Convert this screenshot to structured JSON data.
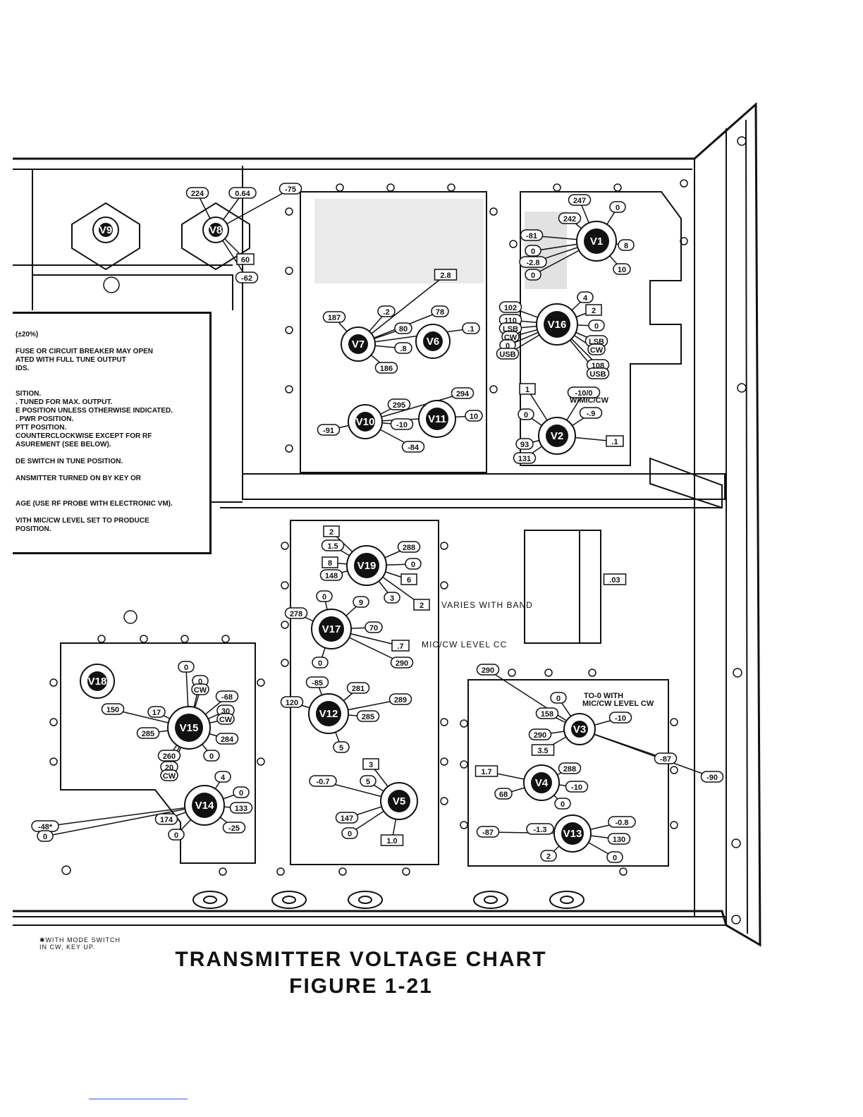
{
  "title": "TRANSMITTER VOLTAGE CHART",
  "figure": "FIGURE 1-21",
  "footnote": "✱WITH MODE SWITCH\nIN CW, KEY UP.",
  "notes": [
    "(±20%)",
    "",
    "FUSE OR CIRCUIT BREAKER MAY OPEN",
    "ATED WITH FULL TUNE OUTPUT",
    "IDS.",
    "",
    "",
    "SITION.",
    ". TUNED FOR MAX. OUTPUT.",
    "E POSITION UNLESS OTHERWISE INDICATED.",
    ". PWR POSITION.",
    "PTT POSITION.",
    "COUNTERCLOCKWISE EXCEPT FOR RF",
    "ASUREMENT (SEE BELOW).",
    "",
    "DE SWITCH IN TUNE POSITION.",
    "",
    "ANSMITTER TURNED ON BY KEY OR",
    "",
    "",
    "AGE (USE RF PROBE WITH ELECTRONIC VM).",
    "",
    "VITH MIC/CW LEVEL SET TO PRODUCE",
    "POSITION."
  ],
  "annotations": {
    "varies_with_band": "VARIES WITH BAND",
    "mic_cw_level": "MIC/CW LEVEL CC",
    "to_0_with": "TO-0 WITH",
    "mic_cw_level_cw": "MIC/CW LEVEL CW",
    "w_mic_cw": "W/MIC/CW"
  },
  "tubes": [
    {
      "id": "V1",
      "label": "V1"
    },
    {
      "id": "V2",
      "label": "V2"
    },
    {
      "id": "V3",
      "label": "V3"
    },
    {
      "id": "V4",
      "label": "V4"
    },
    {
      "id": "V5",
      "label": "V5"
    },
    {
      "id": "V6",
      "label": "V6"
    },
    {
      "id": "V7",
      "label": "V7"
    },
    {
      "id": "V8",
      "label": "V8"
    },
    {
      "id": "V9",
      "label": "V9"
    },
    {
      "id": "V10",
      "label": "V10"
    },
    {
      "id": "V11",
      "label": "V11"
    },
    {
      "id": "V12",
      "label": "V12"
    },
    {
      "id": "V13",
      "label": "V13"
    },
    {
      "id": "V14",
      "label": "V14"
    },
    {
      "id": "V15",
      "label": "V15"
    },
    {
      "id": "V16",
      "label": "V16"
    },
    {
      "id": "V17",
      "label": "V17"
    },
    {
      "id": "V18",
      "label": "V18"
    },
    {
      "id": "V19",
      "label": "V19"
    }
  ],
  "voltages": {
    "v8_v9": [
      "224",
      "0.64",
      "-75",
      "60",
      "-62"
    ],
    "v1": [
      "247",
      "242",
      "0",
      "-81",
      "0",
      "-2.8",
      "0",
      "8",
      "10"
    ],
    "v16": [
      "102",
      "110",
      "LSB",
      "CW",
      "0",
      "USB",
      "4",
      "2",
      "0",
      "LSB",
      "CW",
      "108",
      "USB"
    ],
    "v7_v6": [
      "187",
      ".2",
      "80",
      ".8",
      "186",
      "2.8",
      "78",
      ".1"
    ],
    "v10_v11": [
      "-91",
      "295",
      "-10",
      "294",
      "10",
      "-84"
    ],
    "v2": [
      "1",
      "-10/0",
      "-.9",
      "0",
      "93",
      "131",
      ".1"
    ],
    "v19": [
      "2",
      "1.5",
      "8",
      "148",
      "288",
      "0",
      "6",
      "3",
      "2"
    ],
    "v17": [
      "0",
      "9",
      "278",
      "70",
      "0",
      ".7",
      "290"
    ],
    "v18_v15": [
      "150",
      "0",
      "0",
      "CW",
      "-68",
      "30",
      "CW",
      "17",
      "285",
      "284",
      "260",
      "20",
      "CW",
      "0"
    ],
    "v14": [
      "4",
      "0",
      "174",
      "133",
      "-25",
      "0",
      "-48*",
      "0"
    ],
    "v12": [
      "-85",
      "281",
      "120",
      "285",
      "289",
      "5"
    ],
    "v5": [
      "3",
      "-0.7",
      "5",
      "147",
      "0",
      "1.0"
    ],
    "v3": [
      "290",
      "0",
      "158",
      "-10",
      "290",
      "3.5",
      "-87",
      "-90"
    ],
    "v4": [
      "1.7",
      "68",
      "288",
      "-10",
      "0"
    ],
    "v13": [
      "-87",
      "-1.3",
      "-0.8",
      "130",
      "2",
      "0"
    ],
    "misc": [
      ".03"
    ]
  }
}
